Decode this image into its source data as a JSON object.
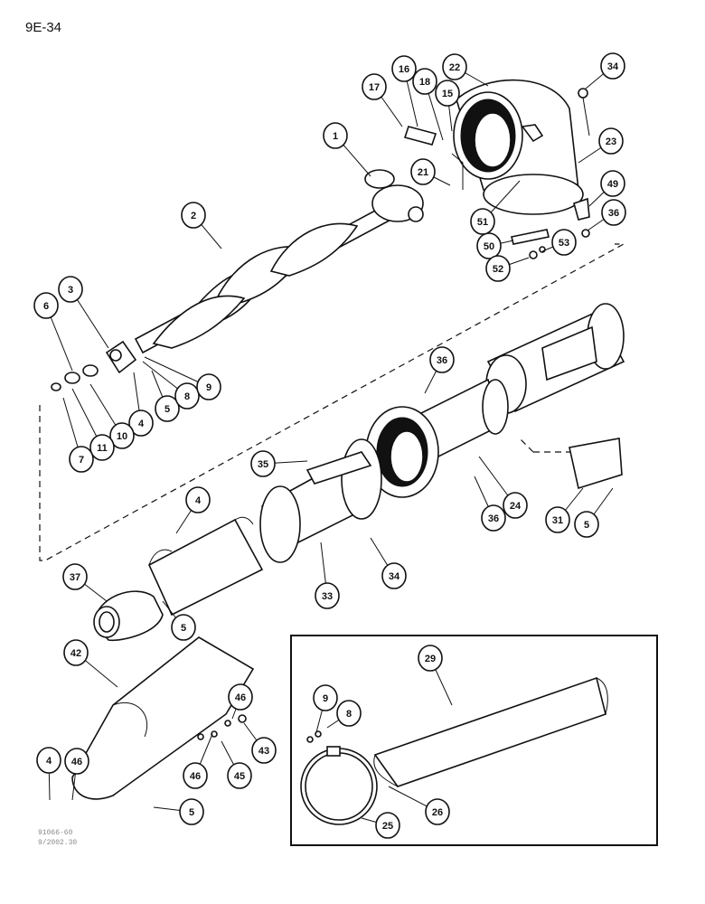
{
  "page_label": "9E-34",
  "footer_codes": [
    "91066-60",
    "9/2002.30"
  ],
  "callouts": [
    "1",
    "2",
    "3",
    "4",
    "5",
    "6",
    "7",
    "8",
    "9",
    "10",
    "11",
    "15",
    "16",
    "17",
    "18",
    "21",
    "22",
    "23",
    "24",
    "25",
    "26",
    "29",
    "31",
    "33",
    "34",
    "35",
    "36",
    "37",
    "42",
    "43",
    "45",
    "46",
    "49",
    "50",
    "51",
    "52",
    "53"
  ]
}
